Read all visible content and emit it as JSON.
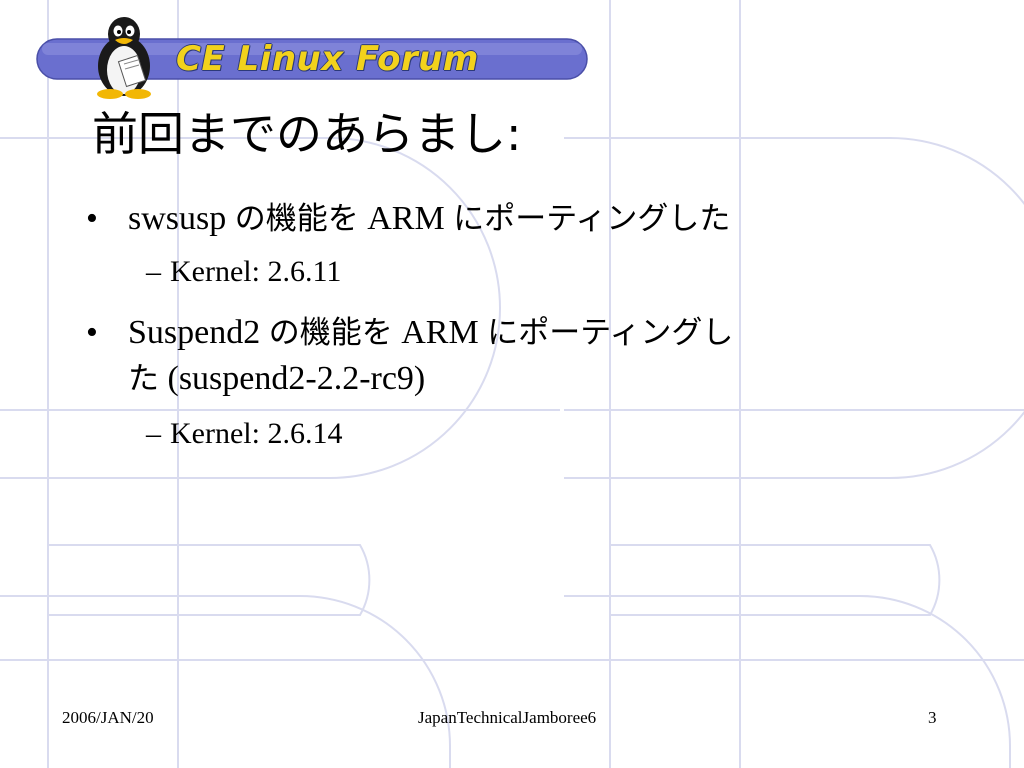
{
  "banner": {
    "text": "CE Linux Forum",
    "bar_color": "#6a6fcf",
    "text_color": "#f2d21c"
  },
  "title": "前回までのあらまし:",
  "bullets": [
    {
      "latin_start": "swsusp",
      "jp_text": "の機能を",
      "latin_mid": "ARM",
      "jp_end": "にポーティングした",
      "sub": {
        "dash": "–",
        "text": "Kernel: 2.6.11"
      }
    },
    {
      "latin_start": "Suspend2",
      "jp_text": "の機能を",
      "latin_mid": "ARM",
      "jp_end": "にポーティングし",
      "jp_wrap": "た",
      "latin_tail": "(suspend2-2.2-rc9)",
      "sub": {
        "dash": "–",
        "text": "Kernel: 2.6.14"
      }
    }
  ],
  "footer": {
    "date": "2006/JAN/20",
    "event": "JapanTechnicalJamboree6",
    "page": "3"
  },
  "colors": {
    "pattern_line": "#d9dbef"
  }
}
